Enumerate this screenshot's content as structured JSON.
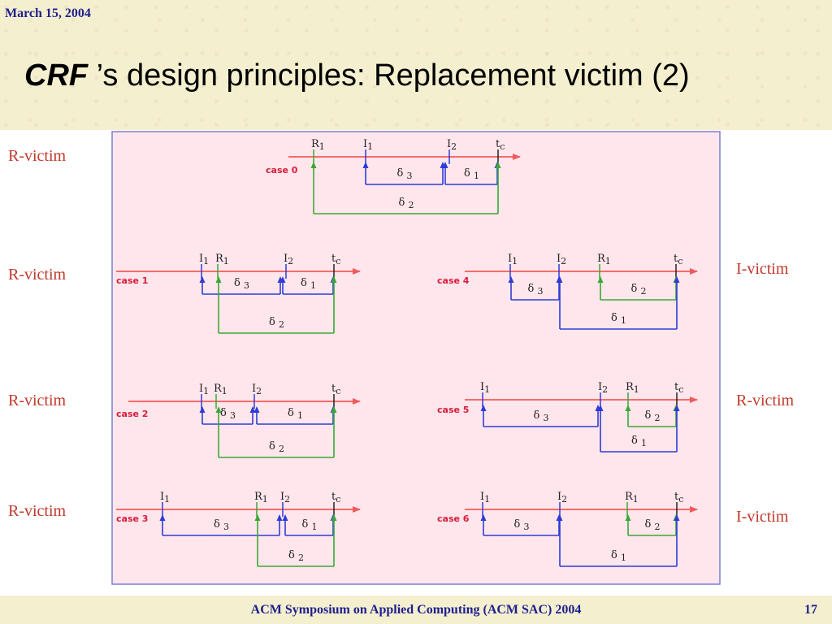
{
  "header": {
    "date": "March 15, 2004",
    "title_emph": "CRF",
    "title_rest": " ’s design principles: Replacement victim (2)"
  },
  "footer": {
    "text": "ACM Symposium on Applied Computing (ACM SAC) 2004",
    "page": "17"
  },
  "colors": {
    "panel": "#ffe6ec",
    "panel_border": "#7b7fd1",
    "timeline": "#f25a5a",
    "blue": "#2e3bd6",
    "green": "#3aa832",
    "label": "#c0392b"
  },
  "side_labels": {
    "left": [
      "R-victim",
      "R-victim",
      "R-victim",
      "R-victim"
    ],
    "right": [
      "I-victim",
      "R-victim",
      "I-victim"
    ]
  },
  "cases": [
    {
      "label": "case 0",
      "ticks": [
        {
          "main": "R",
          "sub": "1"
        },
        {
          "main": "I",
          "sub": "1"
        },
        {
          "main": "I",
          "sub": "2"
        },
        {
          "main": "t",
          "sub": "c"
        }
      ],
      "deltas": [
        {
          "sub": "3",
          "color": "blue"
        },
        {
          "sub": "1",
          "color": "blue"
        },
        {
          "sub": "2",
          "color": "green"
        }
      ]
    },
    {
      "label": "case 1",
      "ticks": [
        {
          "main": "I",
          "sub": "1"
        },
        {
          "main": "R",
          "sub": "1"
        },
        {
          "main": "I",
          "sub": "2"
        },
        {
          "main": "t",
          "sub": "c"
        }
      ],
      "deltas": [
        {
          "sub": "3",
          "color": "blue"
        },
        {
          "sub": "1",
          "color": "blue"
        },
        {
          "sub": "2",
          "color": "green"
        }
      ]
    },
    {
      "label": "case 2",
      "ticks": [
        {
          "main": "I",
          "sub": "1"
        },
        {
          "main": "R",
          "sub": "1"
        },
        {
          "main": "I",
          "sub": "2"
        },
        {
          "main": "t",
          "sub": "c"
        }
      ],
      "deltas": [
        {
          "sub": "3",
          "color": "blue"
        },
        {
          "sub": "1",
          "color": "blue"
        },
        {
          "sub": "2",
          "color": "green"
        }
      ]
    },
    {
      "label": "case 3",
      "ticks": [
        {
          "main": "I",
          "sub": "1"
        },
        {
          "main": "R",
          "sub": "1"
        },
        {
          "main": "I",
          "sub": "2"
        },
        {
          "main": "t",
          "sub": "c"
        }
      ],
      "deltas": [
        {
          "sub": "3",
          "color": "blue"
        },
        {
          "sub": "1",
          "color": "blue"
        },
        {
          "sub": "2",
          "color": "green"
        }
      ]
    },
    {
      "label": "case 4",
      "ticks": [
        {
          "main": "I",
          "sub": "1"
        },
        {
          "main": "I",
          "sub": "2"
        },
        {
          "main": "R",
          "sub": "1"
        },
        {
          "main": "t",
          "sub": "c"
        }
      ],
      "deltas": [
        {
          "sub": "3",
          "color": "blue"
        },
        {
          "sub": "2",
          "color": "green"
        },
        {
          "sub": "1",
          "color": "blue"
        }
      ]
    },
    {
      "label": "case 5",
      "ticks": [
        {
          "main": "I",
          "sub": "1"
        },
        {
          "main": "I",
          "sub": "2"
        },
        {
          "main": "R",
          "sub": "1"
        },
        {
          "main": "t",
          "sub": "c"
        }
      ],
      "deltas": [
        {
          "sub": "3",
          "color": "blue"
        },
        {
          "sub": "2",
          "color": "green"
        },
        {
          "sub": "1",
          "color": "blue"
        }
      ]
    },
    {
      "label": "case 6",
      "ticks": [
        {
          "main": "I",
          "sub": "1"
        },
        {
          "main": "I",
          "sub": "2"
        },
        {
          "main": "R",
          "sub": "1"
        },
        {
          "main": "t",
          "sub": "c"
        }
      ],
      "deltas": [
        {
          "sub": "3",
          "color": "blue"
        },
        {
          "sub": "2",
          "color": "green"
        },
        {
          "sub": "1",
          "color": "blue"
        }
      ]
    }
  ]
}
